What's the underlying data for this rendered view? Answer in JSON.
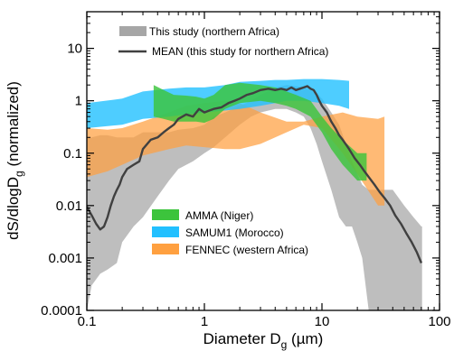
{
  "chart_data": {
    "type": "area",
    "xscale": "log",
    "yscale": "log",
    "xlim": [
      0.1,
      100
    ],
    "ylim": [
      0.0001,
      50
    ],
    "xlabel": "Diameter D",
    "xlabel_sub": "g",
    "xlabel_unit": " (µm)",
    "ylabel": "dS/dlogD",
    "ylabel_sub": "g",
    "ylabel_unit": " (normalized)",
    "x_ticks": [
      0.1,
      1,
      10,
      100
    ],
    "x_tick_labels": [
      "0.1",
      "1",
      "10",
      "100"
    ],
    "y_ticks": [
      0.0001,
      0.001,
      0.01,
      0.1,
      1,
      10
    ],
    "y_tick_labels": [
      "0.0001",
      "0.001",
      "0.01",
      "0.1",
      "1",
      "10"
    ],
    "grid": false,
    "legend_top": [
      {
        "label": "This study (northern Africa)",
        "kind": "band",
        "color": "#a6a6a6"
      },
      {
        "label": "MEAN (this study for northern Africa)",
        "kind": "line",
        "color": "#404040"
      }
    ],
    "legend_bottom": [
      {
        "label": "AMMA (Niger)",
        "color": "#3cc43c"
      },
      {
        "label": "SAMUM1 (Morocco)",
        "color": "#22c0ff"
      },
      {
        "label": "FENNEC (western Africa)",
        "color": "#ffa040"
      }
    ],
    "series": [
      {
        "name": "This study (northern Africa)",
        "kind": "band",
        "color": "#b3b3b3",
        "opacity": 0.85,
        "x": [
          0.1,
          0.11,
          0.13,
          0.15,
          0.18,
          0.2,
          0.25,
          0.3,
          0.4,
          0.5,
          0.6,
          0.8,
          1.0,
          1.2,
          1.5,
          2,
          2.5,
          3,
          4,
          5,
          6,
          7,
          8,
          9,
          10,
          12,
          14,
          16,
          18,
          20,
          22,
          25,
          25.1,
          30,
          40,
          50,
          60,
          70,
          71
        ],
        "upper": [
          0.2,
          0.2,
          0.22,
          0.22,
          0.2,
          0.2,
          0.2,
          0.25,
          0.25,
          0.25,
          0.28,
          0.3,
          0.35,
          0.5,
          0.6,
          0.8,
          1.0,
          1.3,
          1.8,
          2.0,
          1.9,
          1.8,
          1.6,
          1.4,
          1.1,
          0.6,
          0.35,
          0.15,
          0.07,
          0.04,
          0.025,
          0.02,
          0.02,
          0.02,
          0.02,
          0.01,
          0.006,
          0.004,
          0.004
        ],
        "lower": [
          0.0001,
          0.0003,
          0.0005,
          0.0006,
          0.0008,
          0.002,
          0.004,
          0.006,
          0.015,
          0.03,
          0.05,
          0.07,
          0.1,
          0.13,
          0.2,
          0.35,
          0.5,
          0.6,
          0.7,
          0.7,
          0.6,
          0.5,
          0.3,
          0.15,
          0.07,
          0.02,
          0.006,
          0.004,
          0.004,
          0.002,
          0.001,
          0.0001,
          0.0001,
          0.0001,
          0.0001,
          0.0001,
          0.0001,
          0.0001,
          0.0001
        ]
      },
      {
        "name": "FENNEC (western Africa)",
        "kind": "band",
        "color": "#ffa040",
        "opacity": 0.72,
        "x": [
          0.1,
          0.15,
          0.2,
          0.3,
          0.5,
          0.7,
          1.0,
          1.5,
          2,
          3,
          5,
          7,
          10,
          15,
          20,
          30,
          34
        ],
        "upper": [
          0.3,
          0.28,
          0.3,
          0.4,
          0.6,
          0.8,
          0.9,
          1.0,
          0.9,
          0.6,
          0.4,
          0.4,
          0.5,
          0.6,
          0.5,
          0.45,
          0.5
        ],
        "lower": [
          0.035,
          0.045,
          0.06,
          0.09,
          0.12,
          0.14,
          0.13,
          0.12,
          0.12,
          0.15,
          0.25,
          0.35,
          0.3,
          0.1,
          0.04,
          0.01,
          0.01
        ]
      },
      {
        "name": "SAMUM1 (Morocco)",
        "kind": "band",
        "color": "#22c0ff",
        "opacity": 0.8,
        "x": [
          0.1,
          0.2,
          0.3,
          0.5,
          0.7,
          1.0,
          1.5,
          2,
          3,
          4,
          5,
          7,
          10,
          14,
          17
        ],
        "upper": [
          0.9,
          1.1,
          1.5,
          1.7,
          1.8,
          1.8,
          2.0,
          2.3,
          2.4,
          2.5,
          2.5,
          2.6,
          2.6,
          2.5,
          2.4
        ],
        "lower": [
          0.3,
          0.35,
          0.45,
          0.5,
          0.55,
          0.6,
          0.65,
          0.7,
          0.8,
          0.9,
          1.0,
          1.0,
          0.9,
          0.8,
          0.7
        ]
      },
      {
        "name": "AMMA (Niger)",
        "kind": "band",
        "color": "#3cc43c",
        "opacity": 0.82,
        "x": [
          0.37,
          0.45,
          0.55,
          0.7,
          0.85,
          1.0,
          1.2,
          1.5,
          2,
          3,
          4,
          5,
          6,
          8,
          10,
          12,
          15,
          20,
          24
        ],
        "upper": [
          2.0,
          1.6,
          1.3,
          1.25,
          1.2,
          1.1,
          1.3,
          2.0,
          2.2,
          2.0,
          1.8,
          1.5,
          1.3,
          1.0,
          0.5,
          0.3,
          0.18,
          0.1,
          0.1
        ],
        "lower": [
          0.5,
          0.45,
          0.4,
          0.4,
          0.4,
          0.38,
          0.45,
          0.7,
          0.9,
          1.0,
          0.9,
          0.8,
          0.7,
          0.5,
          0.25,
          0.12,
          0.06,
          0.03,
          0.03
        ]
      },
      {
        "name": "MEAN (this study for northern Africa)",
        "kind": "line",
        "color": "#404040",
        "x": [
          0.1,
          0.11,
          0.12,
          0.13,
          0.14,
          0.15,
          0.16,
          0.17,
          0.18,
          0.19,
          0.2,
          0.22,
          0.25,
          0.28,
          0.3,
          0.35,
          0.4,
          0.45,
          0.5,
          0.55,
          0.6,
          0.7,
          0.8,
          0.9,
          1.0,
          1.1,
          1.2,
          1.4,
          1.6,
          1.8,
          2.0,
          2.3,
          2.6,
          3.0,
          3.5,
          4.0,
          4.5,
          5.0,
          5.5,
          6.0,
          6.5,
          7.0,
          7.5,
          8.0,
          8.5,
          9.0,
          9.5,
          10,
          11,
          12,
          13,
          14,
          15,
          17,
          19,
          21,
          23,
          25,
          28,
          31,
          34,
          38,
          42,
          47,
          52,
          58,
          64,
          70
        ],
        "y": [
          0.0095,
          0.0065,
          0.0045,
          0.0035,
          0.004,
          0.006,
          0.01,
          0.015,
          0.02,
          0.025,
          0.035,
          0.05,
          0.06,
          0.07,
          0.12,
          0.18,
          0.2,
          0.25,
          0.3,
          0.35,
          0.45,
          0.55,
          0.5,
          0.7,
          0.6,
          0.65,
          0.7,
          0.75,
          0.9,
          1.0,
          1.1,
          1.3,
          1.4,
          1.6,
          1.7,
          1.6,
          1.7,
          1.6,
          1.8,
          1.6,
          1.7,
          1.8,
          1.9,
          1.7,
          1.6,
          1.3,
          1.0,
          0.8,
          0.6,
          0.4,
          0.3,
          0.22,
          0.18,
          0.12,
          0.08,
          0.06,
          0.045,
          0.035,
          0.025,
          0.018,
          0.014,
          0.01,
          0.0065,
          0.0045,
          0.003,
          0.002,
          0.0013,
          0.0008
        ]
      }
    ]
  }
}
